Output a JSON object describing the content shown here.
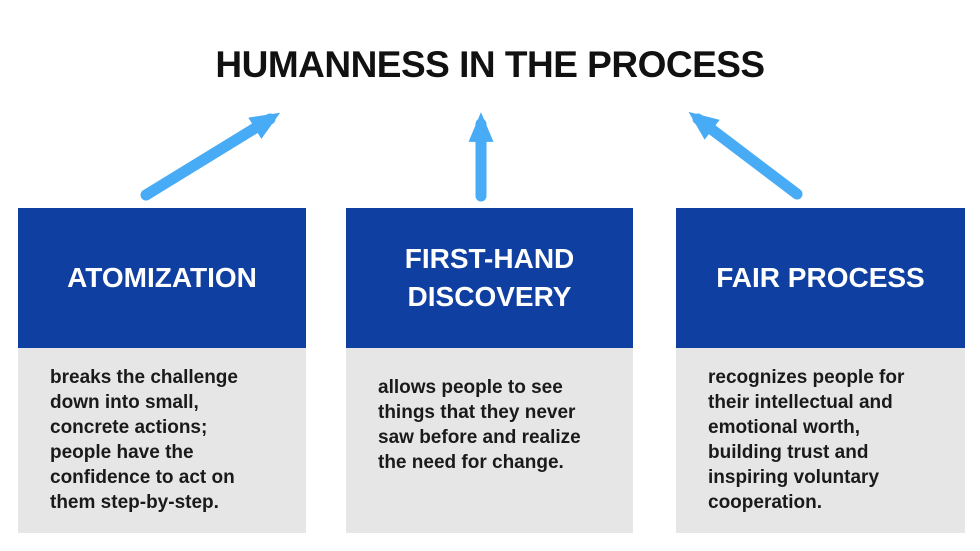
{
  "title": "HUMANNESS IN THE PROCESS",
  "colors": {
    "header_bg": "#0f3fa0",
    "body_bg": "#e6e6e6",
    "arrow": "#47abf5",
    "title_text": "#111111",
    "header_text": "#ffffff",
    "body_text": "#1a1a1a",
    "canvas_bg": "#ffffff"
  },
  "columns": [
    {
      "id": "atomization",
      "header": "ATOMIZATION",
      "body": "breaks the challenge\ndown into small,\nconcrete actions;\npeople have the\nconfidence to act on\nthem step-by-step."
    },
    {
      "id": "first-hand-discovery",
      "header": "FIRST-HAND\nDISCOVERY",
      "body": "allows people to see\nthings that they never\nsaw before and realize\nthe need for change."
    },
    {
      "id": "fair-process",
      "header": "FAIR PROCESS",
      "body": "recognizes people for\ntheir intellectual and\nemotional worth,\nbuilding trust and\ninspiring voluntary\ncooperation."
    }
  ],
  "arrows": [
    {
      "name": "arrow-up-right"
    },
    {
      "name": "arrow-up"
    },
    {
      "name": "arrow-up-left"
    }
  ]
}
